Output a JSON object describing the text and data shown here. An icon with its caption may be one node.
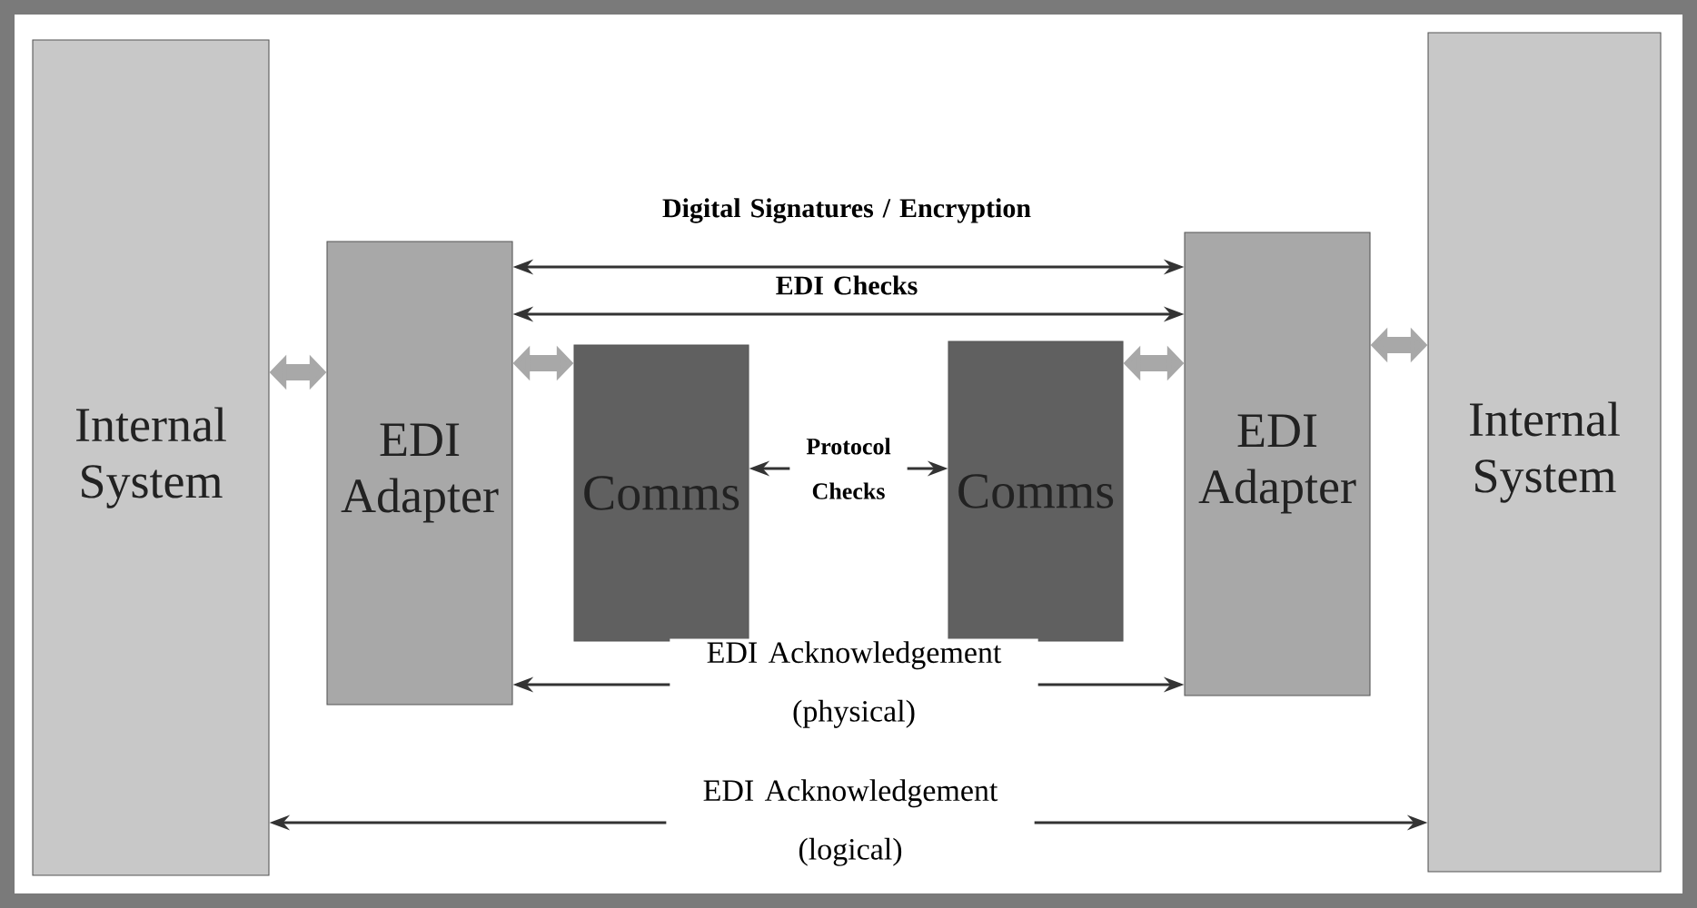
{
  "diagram": {
    "nodes": [
      {
        "text": [
          "Internal System"
        ]
      },
      {
        "text": [
          "EDI Adapter"
        ]
      },
      {
        "text": [
          "Comms"
        ]
      },
      {
        "text": [
          "Comms"
        ]
      },
      {
        "text": [
          "EDI Adapter"
        ]
      },
      {
        "text": [
          "Internal System"
        ]
      }
    ],
    "edges": [
      {
        "from": 0,
        "to": 1,
        "arrow": "both",
        "style": "thick",
        "color": "#a8a8a8"
      },
      {
        "from": 1,
        "to": 2,
        "arrow": "both",
        "style": "thick",
        "color": "#a8a8a8"
      },
      {
        "from": 3,
        "to": 4,
        "arrow": "both",
        "style": "thick",
        "color": "#a8a8a8"
      },
      {
        "from": 4,
        "to": 5,
        "arrow": "both",
        "style": "thick",
        "color": "#a8a8a8"
      },
      {
        "from": 1,
        "to": 4,
        "arrow": "both",
        "label": "Digital Signatures / Encryption"
      },
      {
        "from": 1,
        "to": 4,
        "arrow": "both",
        "label": "EDI Checks"
      },
      {
        "from": 2,
        "to": 3,
        "arrow": "both",
        "label": "Protocol Checks"
      },
      {
        "from": 1,
        "to": 4,
        "arrow": "both",
        "label": "EDI Acknowledgement (physical)"
      },
      {
        "from": 0,
        "to": 5,
        "arrow": "both",
        "label": "EDI Acknowledgement (logical)"
      }
    ]
  }
}
